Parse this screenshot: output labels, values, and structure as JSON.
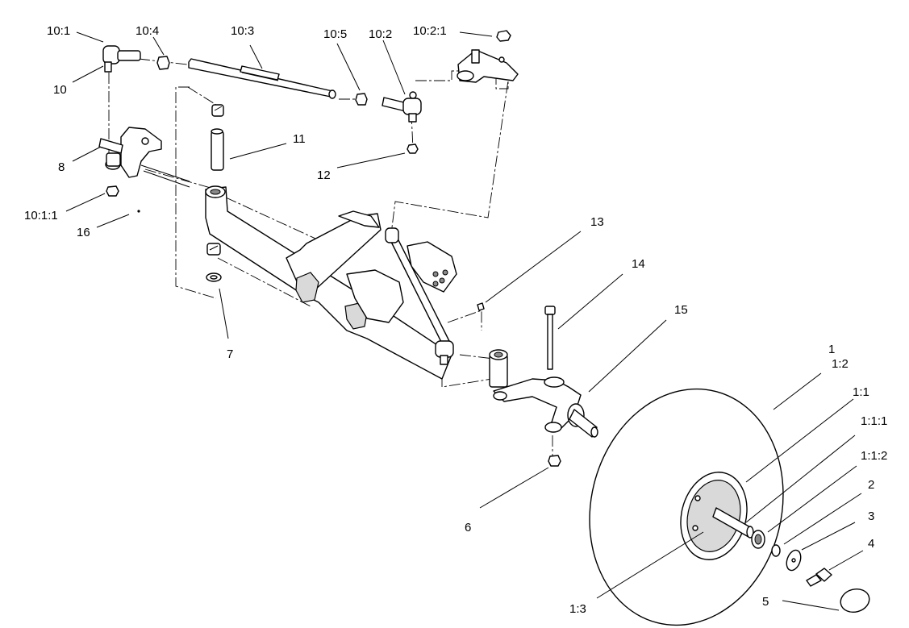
{
  "callouts": {
    "c_10_1": "10:1",
    "c_10_4": "10:4",
    "c_10_3": "10:3",
    "c_10_5": "10:5",
    "c_10_2": "10:2",
    "c_10_2_1": "10:2:1",
    "c_10": "10",
    "c_8": "8",
    "c_10_1_1": "10:1:1",
    "c_16": "16",
    "c_11": "11",
    "c_12": "12",
    "c_7": "7",
    "c_13": "13",
    "c_14": "14",
    "c_15": "15",
    "c_6": "6",
    "c_1": "1",
    "c_1_2": "1:2",
    "c_1_1": "1:1",
    "c_1_1_1": "1:1:1",
    "c_1_1_2": "1:1:2",
    "c_2": "2",
    "c_3": "3",
    "c_4": "4",
    "c_5": "5",
    "c_1_3": "1:3"
  }
}
